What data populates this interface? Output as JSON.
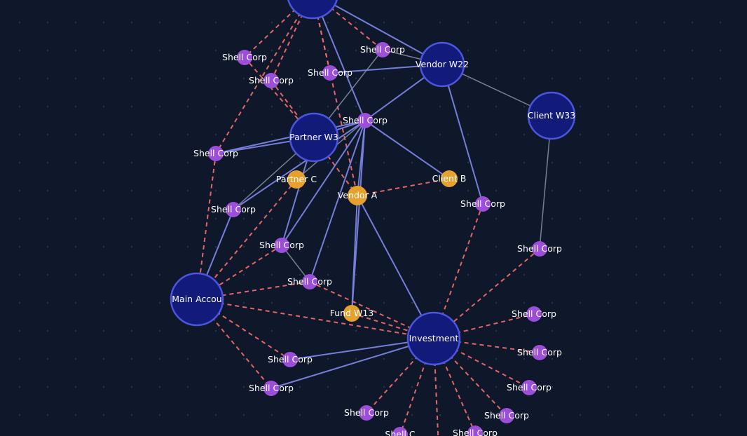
{
  "graph": {
    "colors": {
      "background": "#0f172a",
      "link_solid": "#7b84e3",
      "link_gray": "#8a93a6",
      "link_suspicious": "#ef6a6a",
      "hub_fill": "#121a7a",
      "hub_stroke": "#4b55e0",
      "shell_fill": "#9b4fd9",
      "orange_fill": "#e6a02e"
    },
    "nodes": [
      {
        "id": "top",
        "label": "",
        "kind": "hub"
      },
      {
        "id": "vw22",
        "label": "Vendor W22",
        "kind": "hub"
      },
      {
        "id": "cw33",
        "label": "Client W33",
        "kind": "hub"
      },
      {
        "id": "pw3",
        "label": "Partner W3",
        "kind": "hub"
      },
      {
        "id": "main",
        "label": "Main Accou",
        "kind": "hub"
      },
      {
        "id": "inv",
        "label": "Investment",
        "kind": "hub"
      },
      {
        "id": "pc",
        "label": "Partner C",
        "kind": "entity"
      },
      {
        "id": "va",
        "label": "Vendor A",
        "kind": "entity"
      },
      {
        "id": "cb",
        "label": "Client B",
        "kind": "entity"
      },
      {
        "id": "fw13",
        "label": "Fund W13",
        "kind": "entity"
      },
      {
        "id": "s1",
        "label": "Shell Corp",
        "kind": "shell"
      },
      {
        "id": "s2",
        "label": "Shell Corp",
        "kind": "shell"
      },
      {
        "id": "s3",
        "label": "Shell Corp",
        "kind": "shell"
      },
      {
        "id": "s4",
        "label": "Shell Corp",
        "kind": "shell"
      },
      {
        "id": "s5",
        "label": "Shell Corp",
        "kind": "shell"
      },
      {
        "id": "s6",
        "label": "Shell Corp",
        "kind": "shell"
      },
      {
        "id": "s7",
        "label": "Shell Corp",
        "kind": "shell"
      },
      {
        "id": "s8",
        "label": "Shell Corp",
        "kind": "shell"
      },
      {
        "id": "s9",
        "label": "Shell Corp",
        "kind": "shell"
      },
      {
        "id": "s10",
        "label": "Shell Corp",
        "kind": "shell"
      },
      {
        "id": "s11",
        "label": "Shell Corp",
        "kind": "shell"
      },
      {
        "id": "s12",
        "label": "Shell Corp",
        "kind": "shell"
      },
      {
        "id": "s13",
        "label": "Shell Corp",
        "kind": "shell"
      },
      {
        "id": "s14",
        "label": "Shell Corp",
        "kind": "shell"
      },
      {
        "id": "s15",
        "label": "Shell Corp",
        "kind": "shell"
      },
      {
        "id": "s16",
        "label": "Shell Corp",
        "kind": "shell"
      },
      {
        "id": "s17",
        "label": "Shell Corp",
        "kind": "shell"
      },
      {
        "id": "s18",
        "label": "Shell Corp",
        "kind": "shell"
      },
      {
        "id": "s19",
        "label": "Shell Corp",
        "kind": "shell"
      },
      {
        "id": "s20",
        "label": "Shell Corp",
        "kind": "shell"
      },
      {
        "id": "s21",
        "label": "Shell C",
        "kind": "shell"
      },
      {
        "id": "s22",
        "label": "Shell Corp",
        "kind": "shell"
      }
    ],
    "links": [
      {
        "source": "top",
        "target": "s1",
        "style": "dashed"
      },
      {
        "source": "top",
        "target": "s2",
        "style": "dashed"
      },
      {
        "source": "top",
        "target": "s3",
        "style": "dashed"
      },
      {
        "source": "top",
        "target": "s4",
        "style": "dashed"
      },
      {
        "source": "top",
        "target": "s5",
        "style": "dashed"
      },
      {
        "source": "top",
        "target": "va",
        "style": "dashed"
      },
      {
        "source": "top",
        "target": "s6",
        "style": "solid"
      },
      {
        "source": "top",
        "target": "vw22",
        "style": "solid"
      },
      {
        "source": "s1",
        "target": "pw3",
        "style": "dashed"
      },
      {
        "source": "s2",
        "target": "pw3",
        "style": "dashed"
      },
      {
        "source": "s5",
        "target": "main",
        "style": "dashed"
      },
      {
        "source": "s6",
        "target": "pw3",
        "style": "solid"
      },
      {
        "source": "s6",
        "target": "s5",
        "style": "solid"
      },
      {
        "source": "s4",
        "target": "pw3",
        "style": "gray"
      },
      {
        "source": "s4",
        "target": "vw22",
        "style": "gray"
      },
      {
        "source": "s3",
        "target": "vw22",
        "style": "solid"
      },
      {
        "source": "vw22",
        "target": "s6",
        "style": "solid"
      },
      {
        "source": "vw22",
        "target": "cw33",
        "style": "gray"
      },
      {
        "source": "vw22",
        "target": "s9",
        "style": "solid"
      },
      {
        "source": "pw3",
        "target": "s5",
        "style": "solid"
      },
      {
        "source": "pw3",
        "target": "va",
        "style": "dashed"
      },
      {
        "source": "pw3",
        "target": "s8",
        "style": "solid"
      },
      {
        "source": "pw3",
        "target": "s10",
        "style": "gray"
      },
      {
        "source": "s6",
        "target": "cb",
        "style": "solid"
      },
      {
        "source": "s6",
        "target": "s7",
        "style": "solid"
      },
      {
        "source": "s6",
        "target": "s11",
        "style": "solid"
      },
      {
        "source": "s6",
        "target": "s12",
        "style": "solid"
      },
      {
        "source": "s6",
        "target": "fw13",
        "style": "solid"
      },
      {
        "source": "s6",
        "target": "pc",
        "style": "gray"
      },
      {
        "source": "s6",
        "target": "va",
        "style": "solid"
      },
      {
        "source": "va",
        "target": "cb",
        "style": "dashed"
      },
      {
        "source": "va",
        "target": "inv",
        "style": "solid"
      },
      {
        "source": "va",
        "target": "fw13",
        "style": "solid"
      },
      {
        "source": "pc",
        "target": "main",
        "style": "dashed"
      },
      {
        "source": "s10",
        "target": "main",
        "style": "solid"
      },
      {
        "source": "s11",
        "target": "main",
        "style": "dashed"
      },
      {
        "source": "s11",
        "target": "s12",
        "style": "gray"
      },
      {
        "source": "s12",
        "target": "main",
        "style": "dashed"
      },
      {
        "source": "s12",
        "target": "inv",
        "style": "dashed"
      },
      {
        "source": "fw13",
        "target": "inv",
        "style": "dashed"
      },
      {
        "source": "main",
        "target": "s13",
        "style": "dashed"
      },
      {
        "source": "main",
        "target": "s14",
        "style": "dashed"
      },
      {
        "source": "main",
        "target": "inv",
        "style": "dashed"
      },
      {
        "source": "s13",
        "target": "inv",
        "style": "solid"
      },
      {
        "source": "s14",
        "target": "inv",
        "style": "solid"
      },
      {
        "source": "cw33",
        "target": "s15",
        "style": "gray"
      },
      {
        "source": "s15",
        "target": "inv",
        "style": "dashed"
      },
      {
        "source": "s9",
        "target": "inv",
        "style": "dashed"
      },
      {
        "source": "inv",
        "target": "s16",
        "style": "dashed"
      },
      {
        "source": "inv",
        "target": "s17",
        "style": "dashed"
      },
      {
        "source": "inv",
        "target": "s18",
        "style": "dashed"
      },
      {
        "source": "inv",
        "target": "s19",
        "style": "dashed"
      },
      {
        "source": "inv",
        "target": "s20",
        "style": "dashed"
      },
      {
        "source": "inv",
        "target": "s21",
        "style": "dashed"
      },
      {
        "source": "inv",
        "target": "s22",
        "style": "dashed"
      },
      {
        "source": "inv",
        "target": "offscreen",
        "style": "dashed"
      }
    ]
  }
}
